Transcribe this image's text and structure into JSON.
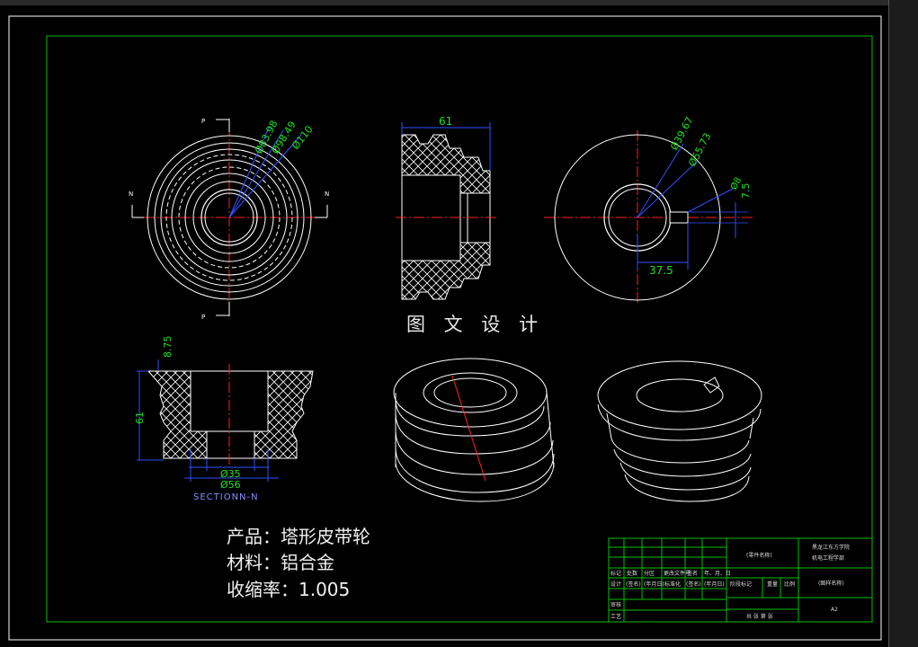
{
  "colors": {
    "background": "#000000",
    "frame": "#00c000",
    "geometry": "#ffffff",
    "centerline": "#ff2020",
    "dimension_line": "#3050ff",
    "dimension_text": "#20e020",
    "section_label": "#8a8aff"
  },
  "top_view": {
    "section_marks": [
      "P",
      "P",
      "N",
      "N"
    ],
    "dims": [
      "Ø83.98",
      "Ø98.49",
      "Ø110"
    ]
  },
  "side_view": {
    "dim_width": "61"
  },
  "front_view": {
    "dims": [
      "Ø39.67",
      "Ø55.73",
      "Ø8",
      "7.5",
      "37.5"
    ]
  },
  "section_view": {
    "dims": [
      "8.75",
      "61",
      "Ø35",
      "Ø56"
    ],
    "label": "SECTIONN-N"
  },
  "watermark": "图 文 设 计",
  "notes": {
    "product": "产品：塔形皮带轮",
    "material": "材料：铝合金",
    "shrinkage": "收缩率：1.005"
  },
  "title_block": {
    "school_line1": "黑龙江东方学院",
    "school_line2": "机电工程学部",
    "part_name": "(零件名称)",
    "drawing_name": "(图样名称)",
    "sheet_size": "A2",
    "row1": [
      "标记",
      "处数",
      "分区",
      "更改文件号",
      "签名",
      "年、月、日"
    ],
    "row2": [
      "设计",
      "(签名)",
      "(年月日)",
      "标准化",
      "(签名)",
      "(年月日)"
    ],
    "row2_right": [
      "阶段标记",
      "重量",
      "比例"
    ],
    "row_audit": "审核",
    "row_process": "工艺",
    "sheet_info": "共  张  第  张"
  }
}
